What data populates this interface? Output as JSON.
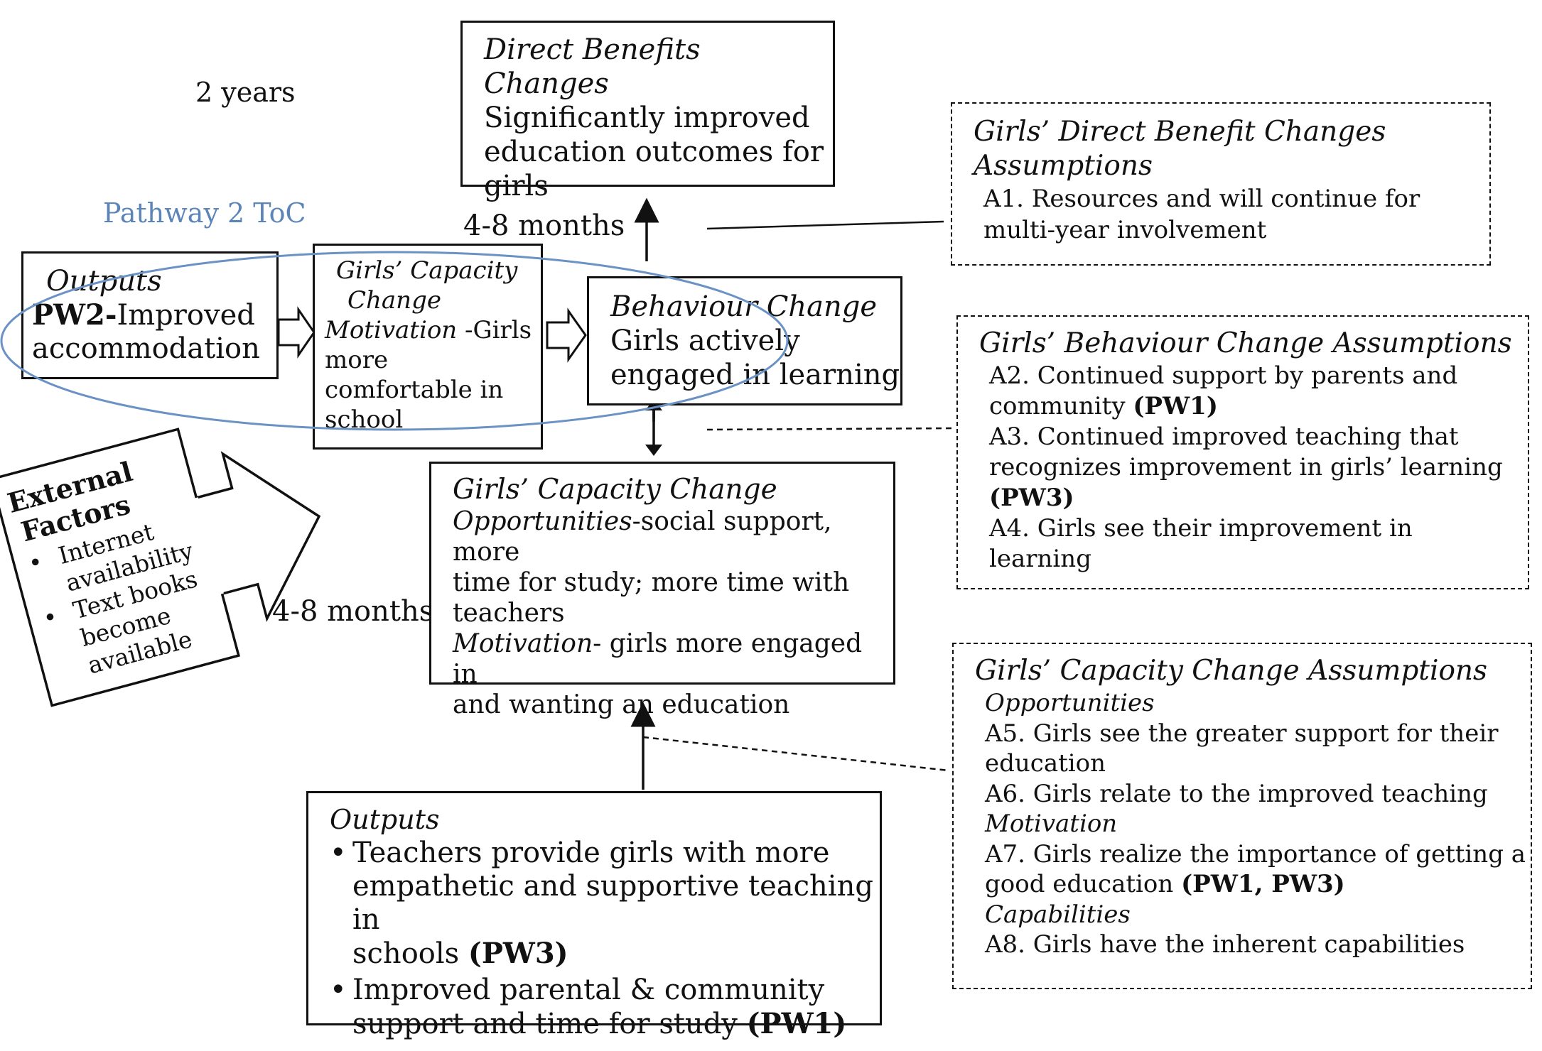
{
  "labels": {
    "timeframe_2years": "2 years",
    "pathway_title": "Pathway 2 ToC",
    "timeframe_top": "4-8 months",
    "timeframe_mid": "4-8 months"
  },
  "direct_benefits": {
    "heading": "Direct Benefits Changes",
    "text": [
      "Significantly improved",
      "education outcomes for",
      "girls"
    ]
  },
  "outputs_pw2": {
    "heading": "Outputs",
    "code": "PW2-",
    "text1": "Improved",
    "text2": "accommodation"
  },
  "capacity_small": {
    "heading1": "Girls’ Capacity",
    "heading2": "Change",
    "motivation_label": "Motivation",
    "motivation_text": " -Girls",
    "lines": [
      "more",
      "comfortable in",
      "school"
    ]
  },
  "behaviour": {
    "heading": "Behaviour Change",
    "text": [
      "Girls actively",
      "engaged in learning"
    ]
  },
  "capacity_main": {
    "heading": "Girls’ Capacity Change",
    "opp_label": "Opportunities",
    "opp_text1": "-social support, more",
    "opp_text2": "time for study; more time with",
    "opp_text3": "teachers",
    "mot_label": "Motivation",
    "mot_text1": "- girls more engaged in",
    "mot_text2": "and wanting an education"
  },
  "external": {
    "heading1": "External",
    "heading2": "Factors",
    "items": [
      [
        "Internet",
        "availability"
      ],
      [
        "Text books",
        "become",
        "available"
      ]
    ]
  },
  "outputs_bottom": {
    "heading": "Outputs",
    "items": [
      {
        "lines": [
          "Teachers provide girls with more",
          "empathetic and supportive teaching in",
          "schools "
        ],
        "tag": "(PW3)"
      },
      {
        "lines": [
          "Improved parental & community",
          "support and time for study "
        ],
        "tag": "(PW1)"
      }
    ]
  },
  "assump_direct": {
    "heading1": "Girls’ Direct Benefit Changes",
    "heading2": "Assumptions",
    "lines": [
      "A1.  Resources and will continue for",
      "multi-year involvement"
    ]
  },
  "assump_behaviour": {
    "heading": "Girls’ Behaviour Change Assumptions",
    "a2_1": "A2.  Continued support by parents and",
    "a2_2": "community ",
    "a2_tag": "(PW1)",
    "a3_1": "A3. Continued improved teaching that",
    "a3_2": "recognizes improvement in girls’ learning",
    "a3_tag": "(PW3)",
    "a4_1": "A4.  Girls see their improvement in",
    "a4_2": "learning"
  },
  "assump_capacity": {
    "heading": "Girls’ Capacity Change Assumptions",
    "opp_label": "Opportunities",
    "a5_1": "A5. Girls see the greater support for their",
    "a5_2": "education",
    "a6": "A6. Girls relate to the improved teaching",
    "mot_label": "Motivation",
    "a7_1": "A7.  Girls realize the importance of getting a",
    "a7_2": "good education ",
    "a7_tag": "(PW1, PW3)",
    "cap_label": "Capabilities",
    "a8": "A8. Girls have the inherent capabilities"
  },
  "colors": {
    "pathway_blue": "#5b84b8",
    "ellipse_blue": "#6a92c4",
    "ink": "#111111"
  }
}
